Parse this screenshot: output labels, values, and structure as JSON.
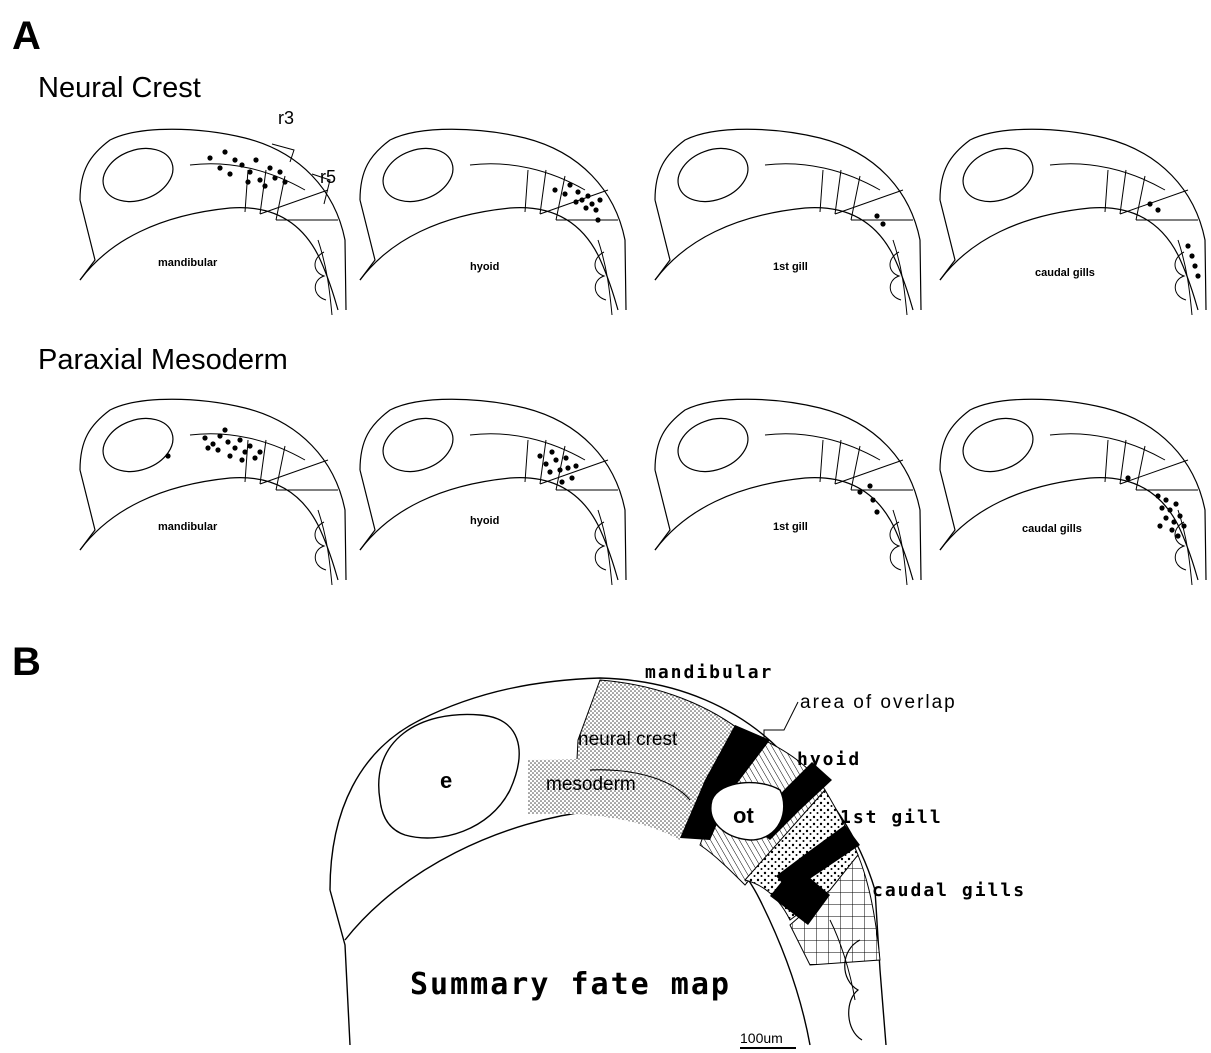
{
  "panel_a": {
    "letter": "A",
    "rows": [
      {
        "title": "Neural Crest",
        "embryos": [
          {
            "label": "mandibular"
          },
          {
            "label": "hyoid"
          },
          {
            "label": "1st gill"
          },
          {
            "label": "caudal gills"
          }
        ],
        "rhombomere_labels": [
          "r3",
          "r5"
        ]
      },
      {
        "title": "Paraxial Mesoderm",
        "embryos": [
          {
            "label": "mandibular"
          },
          {
            "label": "hyoid"
          },
          {
            "label": "1st gill"
          },
          {
            "label": "caudal gills"
          }
        ]
      }
    ]
  },
  "panel_b": {
    "letter": "B",
    "title": "Summary fate map",
    "labels": {
      "mandibular": "mandibular",
      "area_of_overlap": "area of overlap",
      "hyoid": "hyoid",
      "first_gill": "1st gill",
      "caudal_gills": "caudal gills",
      "neural_crest": "neural crest",
      "mesoderm": "mesoderm",
      "eye": "e",
      "otic_vesicle": "ot",
      "scale_bar": "100um"
    }
  },
  "colors": {
    "ink": "#000000",
    "stipple": "#c8c8c8",
    "background": "#ffffff"
  }
}
